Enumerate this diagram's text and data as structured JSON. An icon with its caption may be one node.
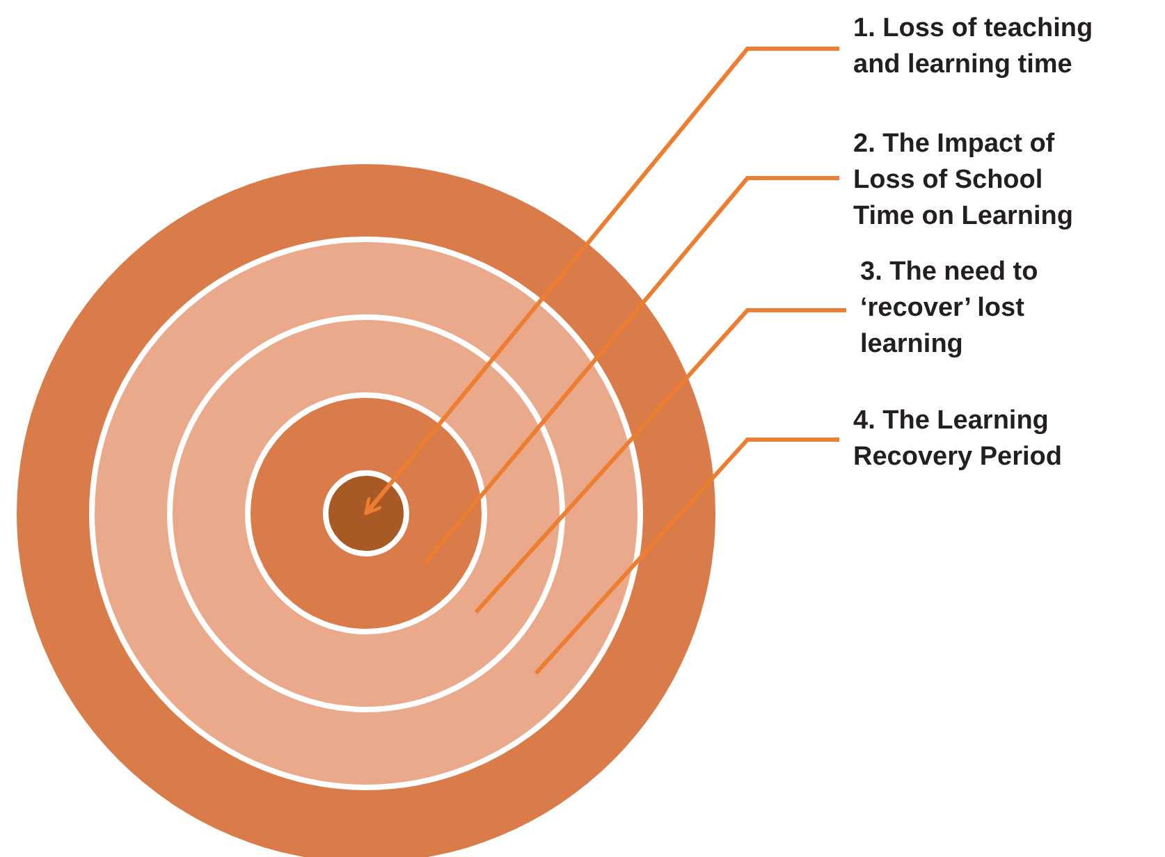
{
  "diagram": {
    "nodes": [
      {
        "text": [
          "1. Loss of teaching and learning time"
        ]
      },
      {
        "text": [
          "2. The Impact of Loss of School Time on Learning"
        ]
      },
      {
        "text": [
          "3. The need to ‘recover’ lost learning"
        ]
      },
      {
        "text": [
          "4. The Learning Recovery Period"
        ]
      },
      {
        "text": [],
        "shape": "circle"
      },
      {
        "text": [],
        "shape": "circle",
        "in": 4
      },
      {
        "text": [],
        "shape": "circle",
        "in": 5
      },
      {
        "text": [],
        "shape": "circle",
        "in": 6
      },
      {
        "text": [],
        "shape": "circle",
        "in": 7
      }
    ],
    "edges": [
      {
        "from": 0,
        "to": 8,
        "arrow": "to"
      },
      {
        "from": 1,
        "to": 7,
        "arrow": "none"
      },
      {
        "from": 2,
        "to": 6,
        "arrow": "none"
      },
      {
        "from": 3,
        "to": 5,
        "arrow": "none"
      }
    ]
  }
}
